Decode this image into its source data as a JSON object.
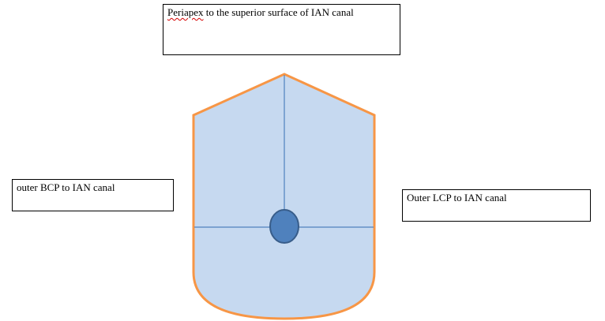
{
  "labels": {
    "top": {
      "first_word": "Periapex",
      "rest": " to the superior surface of  IAN canal"
    },
    "left": "outer BCP to IAN canal",
    "right": "Outer LCP to IAN canal"
  },
  "colors": {
    "fill": "#c6d9f0",
    "outline": "#f79646",
    "axis_line": "#4f81bd",
    "canal_fill": "#4f81bd",
    "canal_outline": "#385d8a",
    "spellcheck_underline": "#d40000"
  }
}
